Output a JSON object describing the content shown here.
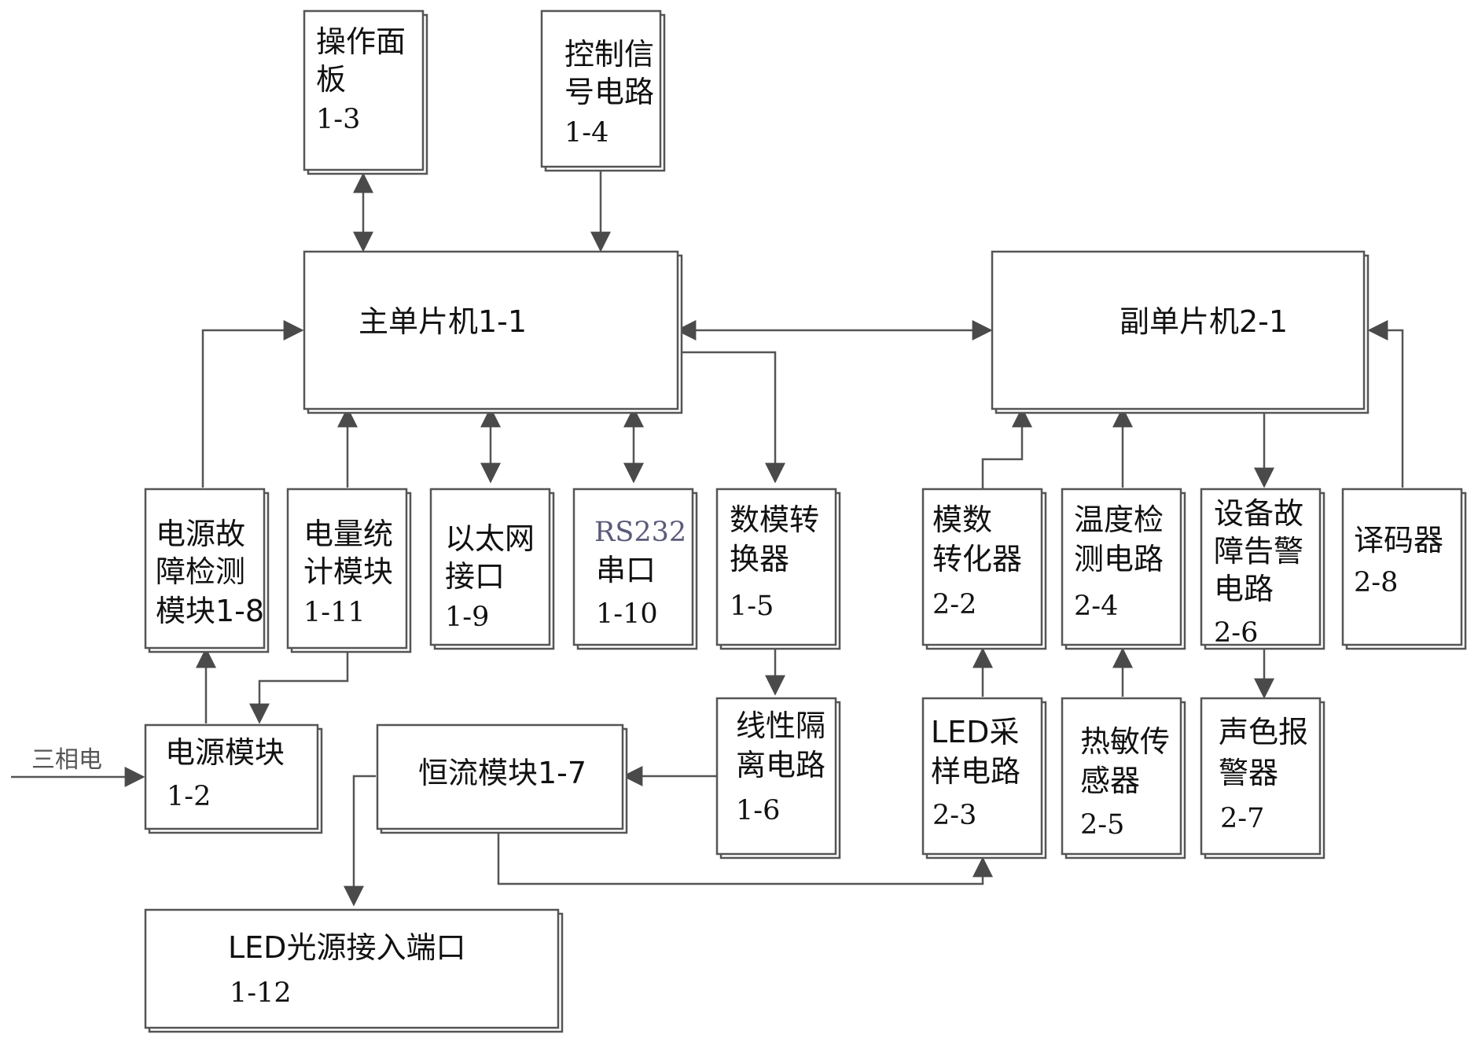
{
  "diagram": {
    "inputs": {
      "three_phase": "三相电"
    },
    "nodes": {
      "panel": {
        "lines": [
          "操作面",
          "板"
        ],
        "code": "1-3"
      },
      "ctrl_signal": {
        "lines": [
          "控制信",
          "号电路"
        ],
        "code": "1-4"
      },
      "main_mcu": {
        "lines": [
          "主单片机1-1"
        ],
        "code": ""
      },
      "sub_mcu": {
        "lines": [
          "副单片机2-1"
        ],
        "code": ""
      },
      "pwr_fault": {
        "lines": [
          "电源故",
          "障检测"
        ],
        "code": "模块1-8"
      },
      "energy_stat": {
        "lines": [
          "电量统",
          "计模块"
        ],
        "code": "1-11"
      },
      "ethernet": {
        "lines": [
          "以太网",
          "接口"
        ],
        "code": "1-9"
      },
      "rs232": {
        "lines": [
          "RS232",
          "串口"
        ],
        "code": "1-10"
      },
      "dac": {
        "lines": [
          "数模转",
          "换器"
        ],
        "code": "1-5"
      },
      "adc": {
        "lines": [
          "模数",
          "转化器"
        ],
        "code": "2-2"
      },
      "temp_detect": {
        "lines": [
          "温度检",
          "测电路"
        ],
        "code": "2-4"
      },
      "fault_alarm": {
        "lines": [
          "设备故",
          "障告警",
          "电路"
        ],
        "code": "2-6"
      },
      "decoder": {
        "lines": [
          "译码器"
        ],
        "code": "2-8"
      },
      "power_module": {
        "lines": [
          "电源模块"
        ],
        "code": "1-2"
      },
      "const_current": {
        "lines": [
          "恒流模块1-7"
        ],
        "code": ""
      },
      "linear_iso": {
        "lines": [
          "线性隔",
          "离电路"
        ],
        "code": "1-6"
      },
      "led_sample": {
        "lines": [
          "LED采",
          "样电路"
        ],
        "code": "2-3"
      },
      "thermistor": {
        "lines": [
          "热敏传",
          "感器"
        ],
        "code": "2-5"
      },
      "sound_light": {
        "lines": [
          "声色报",
          "警器"
        ],
        "code": "2-7"
      },
      "led_port": {
        "lines": [
          "LED光源接入端口"
        ],
        "code": "1-12"
      }
    },
    "colors": {
      "stroke": "#555555",
      "shadow": "#cfcfcf",
      "text": "#111111",
      "arrow": "#4a4a4a"
    }
  }
}
